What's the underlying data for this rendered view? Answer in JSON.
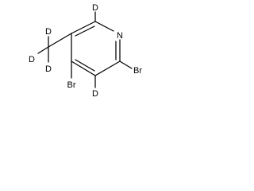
{
  "molecule": {
    "atoms": {
      "n": "N",
      "br_2": "Br",
      "br_4": "Br",
      "d_3": "D",
      "d_6": "D",
      "d_methyl_top": "D",
      "d_methyl_left": "D",
      "d_methyl_bottom": "D"
    },
    "colors": {
      "bond": "#000000",
      "label": "#000000",
      "background": "#ffffff"
    }
  }
}
